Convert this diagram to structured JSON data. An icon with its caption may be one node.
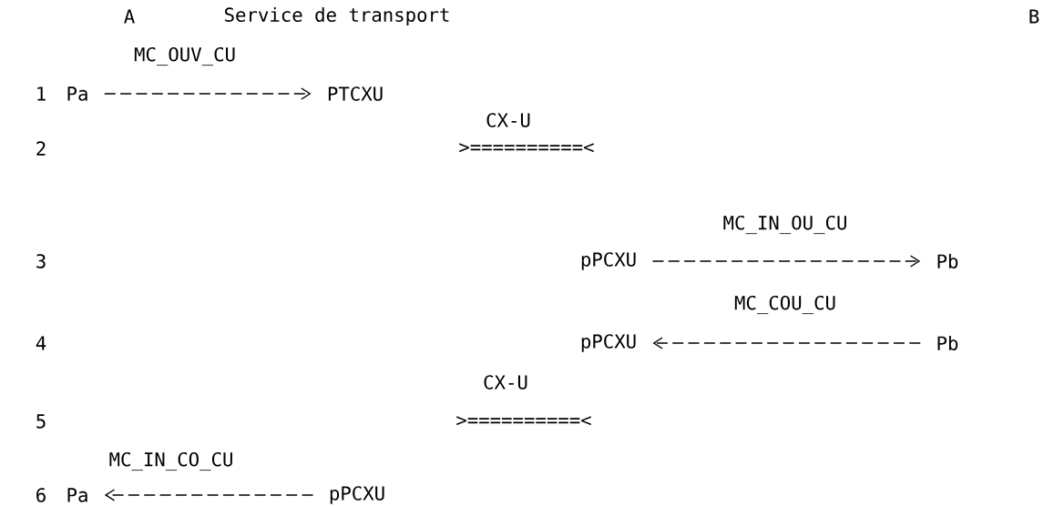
{
  "diagram": {
    "title": "Service de transport",
    "nodes": [
      {
        "text": [
          "Pa"
        ]
      },
      {
        "text": [
          "PTCXU"
        ]
      },
      {
        "text": [
          "pPCXU"
        ]
      },
      {
        "text": [
          "Pb"
        ]
      },
      {
        "text": [
          "pPCXU"
        ]
      },
      {
        "text": [
          "Pb"
        ]
      },
      {
        "text": [
          "Pa"
        ]
      },
      {
        "text": [
          "pPCXU"
        ]
      }
    ],
    "edges": [
      {
        "from": 0,
        "to": 1,
        "arrow": "to",
        "label": "MC_OUV_CU",
        "style": "dashed"
      },
      {
        "from": 2,
        "to": 3,
        "arrow": "to",
        "label": "MC_IN_OU_CU",
        "style": "dashed"
      },
      {
        "from": 5,
        "to": 4,
        "arrow": "to",
        "label": "MC_COU_CU",
        "style": "dashed"
      },
      {
        "from": 7,
        "to": 6,
        "arrow": "to",
        "label": "MC_IN_CO_CU",
        "style": "dashed"
      }
    ],
    "labels": [
      "A",
      "B",
      "1",
      "CX-U",
      "2",
      ">==========<",
      "3",
      "4",
      "CX-U",
      "5",
      ">==========<",
      "6"
    ]
  }
}
